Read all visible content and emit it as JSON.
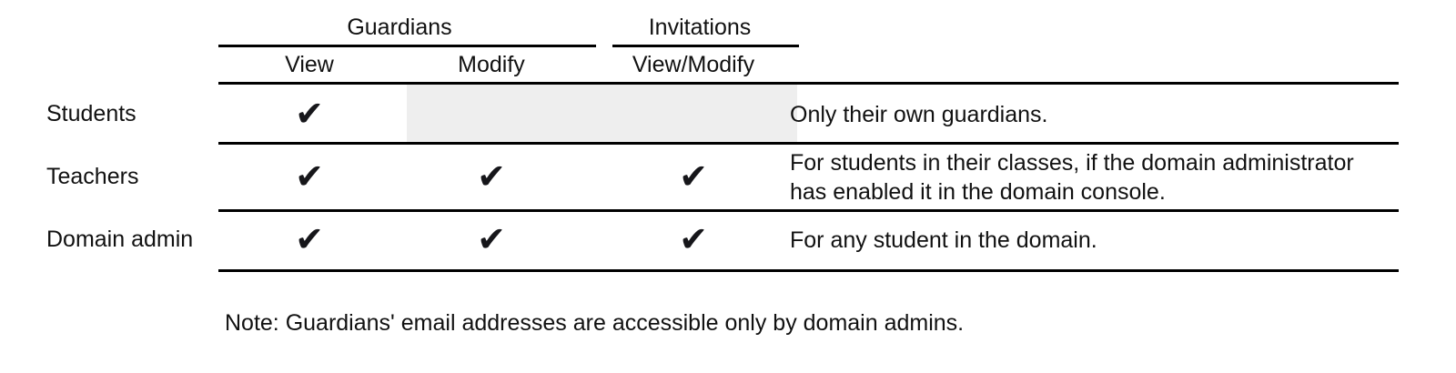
{
  "table": {
    "column_groups": [
      {
        "label": "Guardians",
        "span": 2
      },
      {
        "label": "Invitations",
        "span": 1
      }
    ],
    "columns": [
      {
        "label": "View"
      },
      {
        "label": "Modify"
      },
      {
        "label": "View/Modify"
      }
    ],
    "rows": [
      {
        "label": "Students",
        "guardians_view": "✔",
        "guardians_modify": "",
        "invitations": "",
        "description": "Only their own guardians.",
        "shaded": true
      },
      {
        "label": "Teachers",
        "guardians_view": "✔",
        "guardians_modify": "✔",
        "invitations": "✔",
        "description": "For students in their classes, if the domain administrator has enabled it in the domain console.",
        "shaded": false
      },
      {
        "label": "Domain admin",
        "guardians_view": "✔",
        "guardians_modify": "✔",
        "invitations": "✔",
        "description": "For any student in the domain.",
        "shaded": false
      }
    ]
  },
  "note": "Note: Guardians' email addresses are accessible only by domain admins.",
  "colors": {
    "rule": "#000000",
    "text": "#111111",
    "shade": "#eeeeee",
    "check": "#16161a",
    "background": "#ffffff"
  }
}
